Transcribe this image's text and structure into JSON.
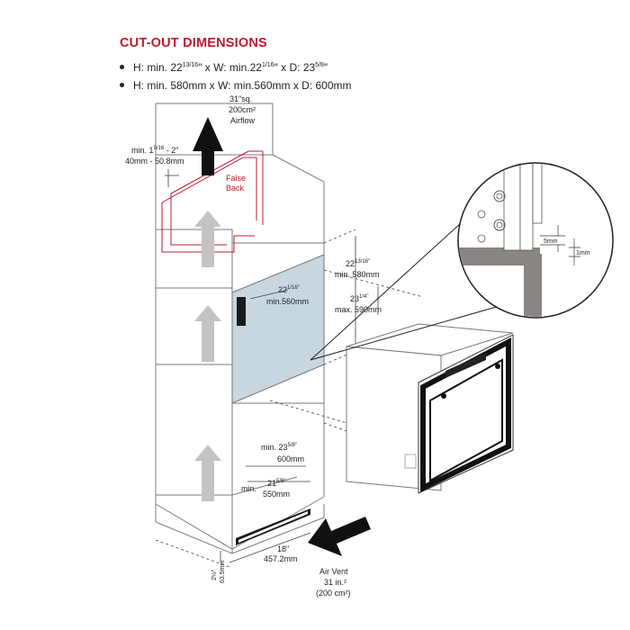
{
  "title": "CUT-OUT DIMENSIONS",
  "specs": {
    "imperial": {
      "h_prefix": "H: min. 22",
      "h_frac": "13/16",
      "w_prefix": "″ x W: min.22",
      "w_frac": "1/16",
      "d_prefix": "″ x D: 23",
      "d_frac": "5/8",
      "suffix": "″"
    },
    "metric": "H: min. 580mm x W: min.560mm x D: 600mm"
  },
  "labels": {
    "airflow_top_1": "31\"sq.",
    "airflow_top_2": "200cm²",
    "airflow_top_3": "Airflow",
    "gap_1_main": "min. 1",
    "gap_1_frac": "9/16",
    "gap_1_tail": " - 2\"",
    "gap_2": "40mm - 50.8mm",
    "false_back_1": "False",
    "false_back_2": "Back",
    "height_main": "22",
    "height_frac": "13/16\"",
    "height_mm": "min. 580mm",
    "width_main": "22",
    "width_frac": "1/16\"",
    "width_mm": "min.560mm",
    "oven_w_main": "23",
    "oven_w_frac": "1/4\"",
    "oven_w_mm": "max. 590mm",
    "depth_main": "min. 23",
    "depth_frac": "5/8\"",
    "depth_mm": "600mm",
    "bottom_d_pre": "min.",
    "bottom_d_main": "21",
    "bottom_d_frac": "5/8\"",
    "bottom_d_mm": "550mm",
    "vent_w_1": "18\"",
    "vent_w_2": "457.2mm",
    "vent_h_1": "2½\"",
    "vent_h_2": "63.5mm",
    "air_vent_1": "Air Vent",
    "air_vent_2": "31 in.²",
    "air_vent_3": "(200 cm²)",
    "detail_5mm": "5mm",
    "detail_1mm": "1mm"
  },
  "colors": {
    "accent_red": "#c0182f",
    "cutout_fill": "#c8d6e0",
    "arrow_black": "#111111",
    "arrow_grey": "#c4c4c4",
    "detail_wall": "#8a8482",
    "line": "#555555"
  }
}
